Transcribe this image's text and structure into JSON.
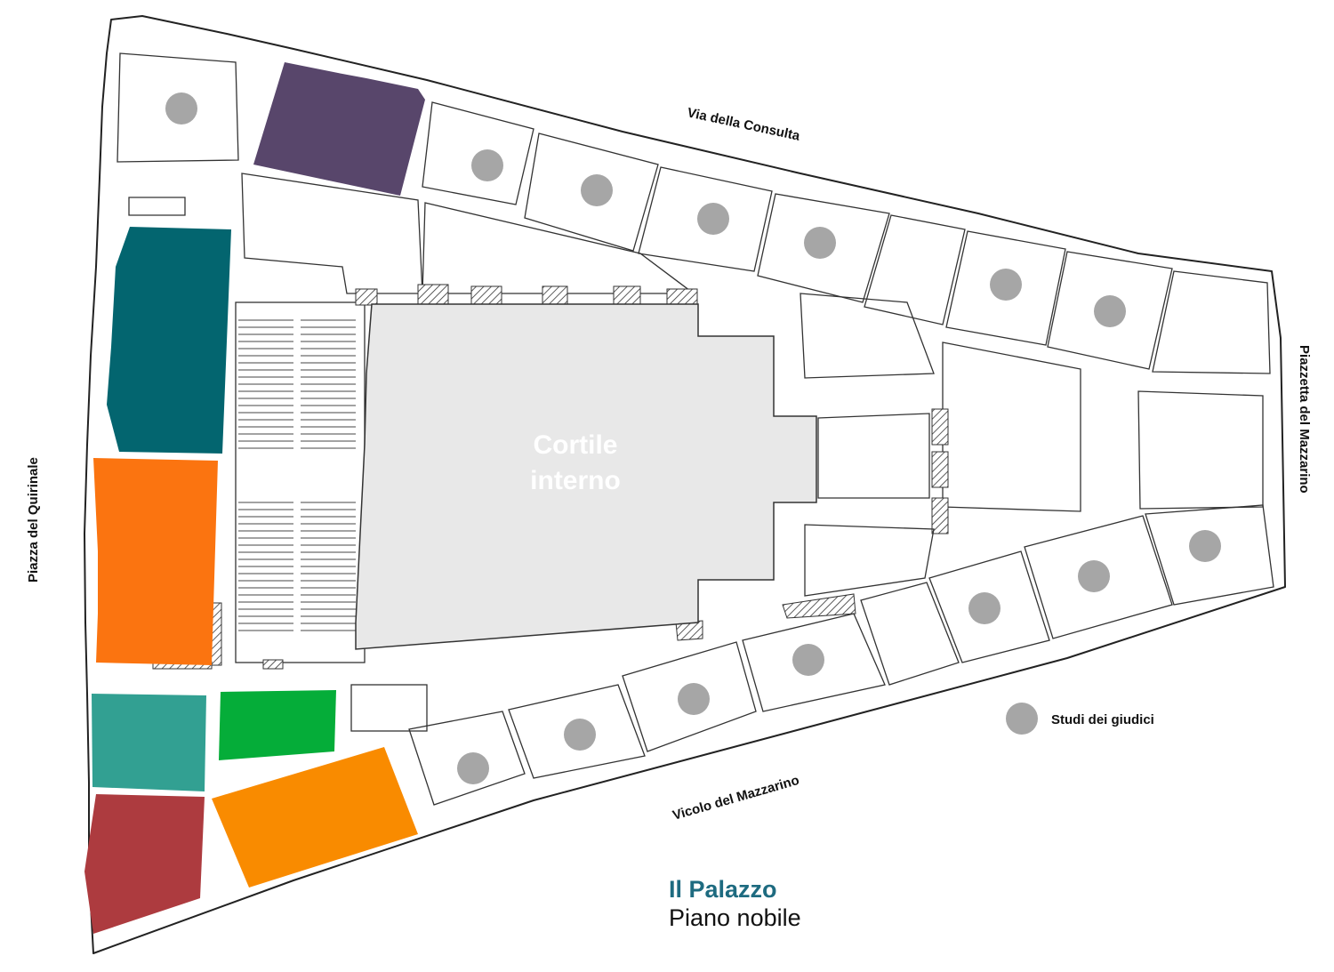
{
  "title": {
    "main": "Il Palazzo",
    "sub": "Piano nobile"
  },
  "streets": {
    "north": "Via della Consulta",
    "west": "Piazza del Quirinale",
    "east": "Piazzetta del Mazzarino",
    "south": "Vicolo del Mazzarino"
  },
  "courtyard": {
    "line1": "Cortile",
    "line2": "interno"
  },
  "legend": {
    "judges_studies": "Studi dei giudici"
  },
  "colors": {
    "title_accent": "#1e6b80",
    "marker": "#a6a6a6",
    "courtyard": "#e8e8e8",
    "room_purple": "#58466b",
    "room_teal_dark": "#03656f",
    "room_orange_left": "#fb7410",
    "room_teal_light": "#32a092",
    "room_green": "#05ad39",
    "room_red": "#ad3b3f",
    "room_orange_bottom": "#f98b00"
  }
}
